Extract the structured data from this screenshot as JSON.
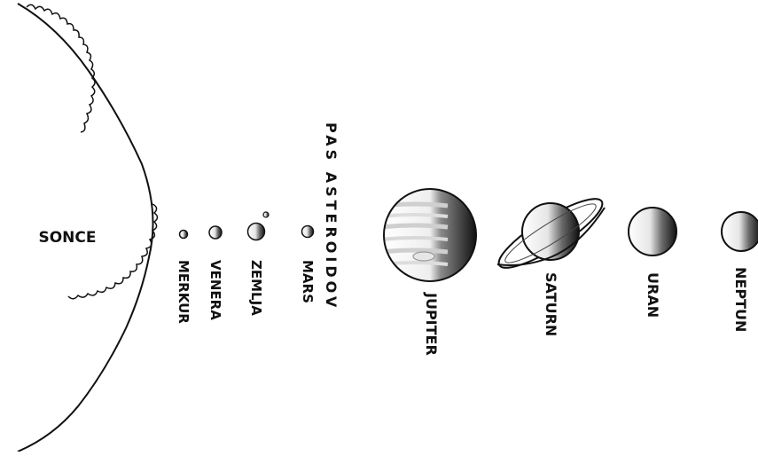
{
  "sun": {
    "label": "SONCE"
  },
  "planets": [
    {
      "id": "merkur",
      "label": "MERKUR"
    },
    {
      "id": "venera",
      "label": "VENERA"
    },
    {
      "id": "zemlja",
      "label": "ZEMLJA"
    },
    {
      "id": "mars",
      "label": "MARS"
    },
    {
      "id": "jupiter",
      "label": "JUPITER"
    },
    {
      "id": "saturn",
      "label": "SATURN"
    },
    {
      "id": "uran",
      "label": "URAN"
    },
    {
      "id": "neptun",
      "label": "NEPTUN"
    }
  ],
  "asteroid_belt": {
    "label": "PAS ASTEROIDOV"
  },
  "colors": {
    "ink": "#111111",
    "shade": "#333333",
    "band": "#d8d8d8",
    "background": "#ffffff"
  }
}
